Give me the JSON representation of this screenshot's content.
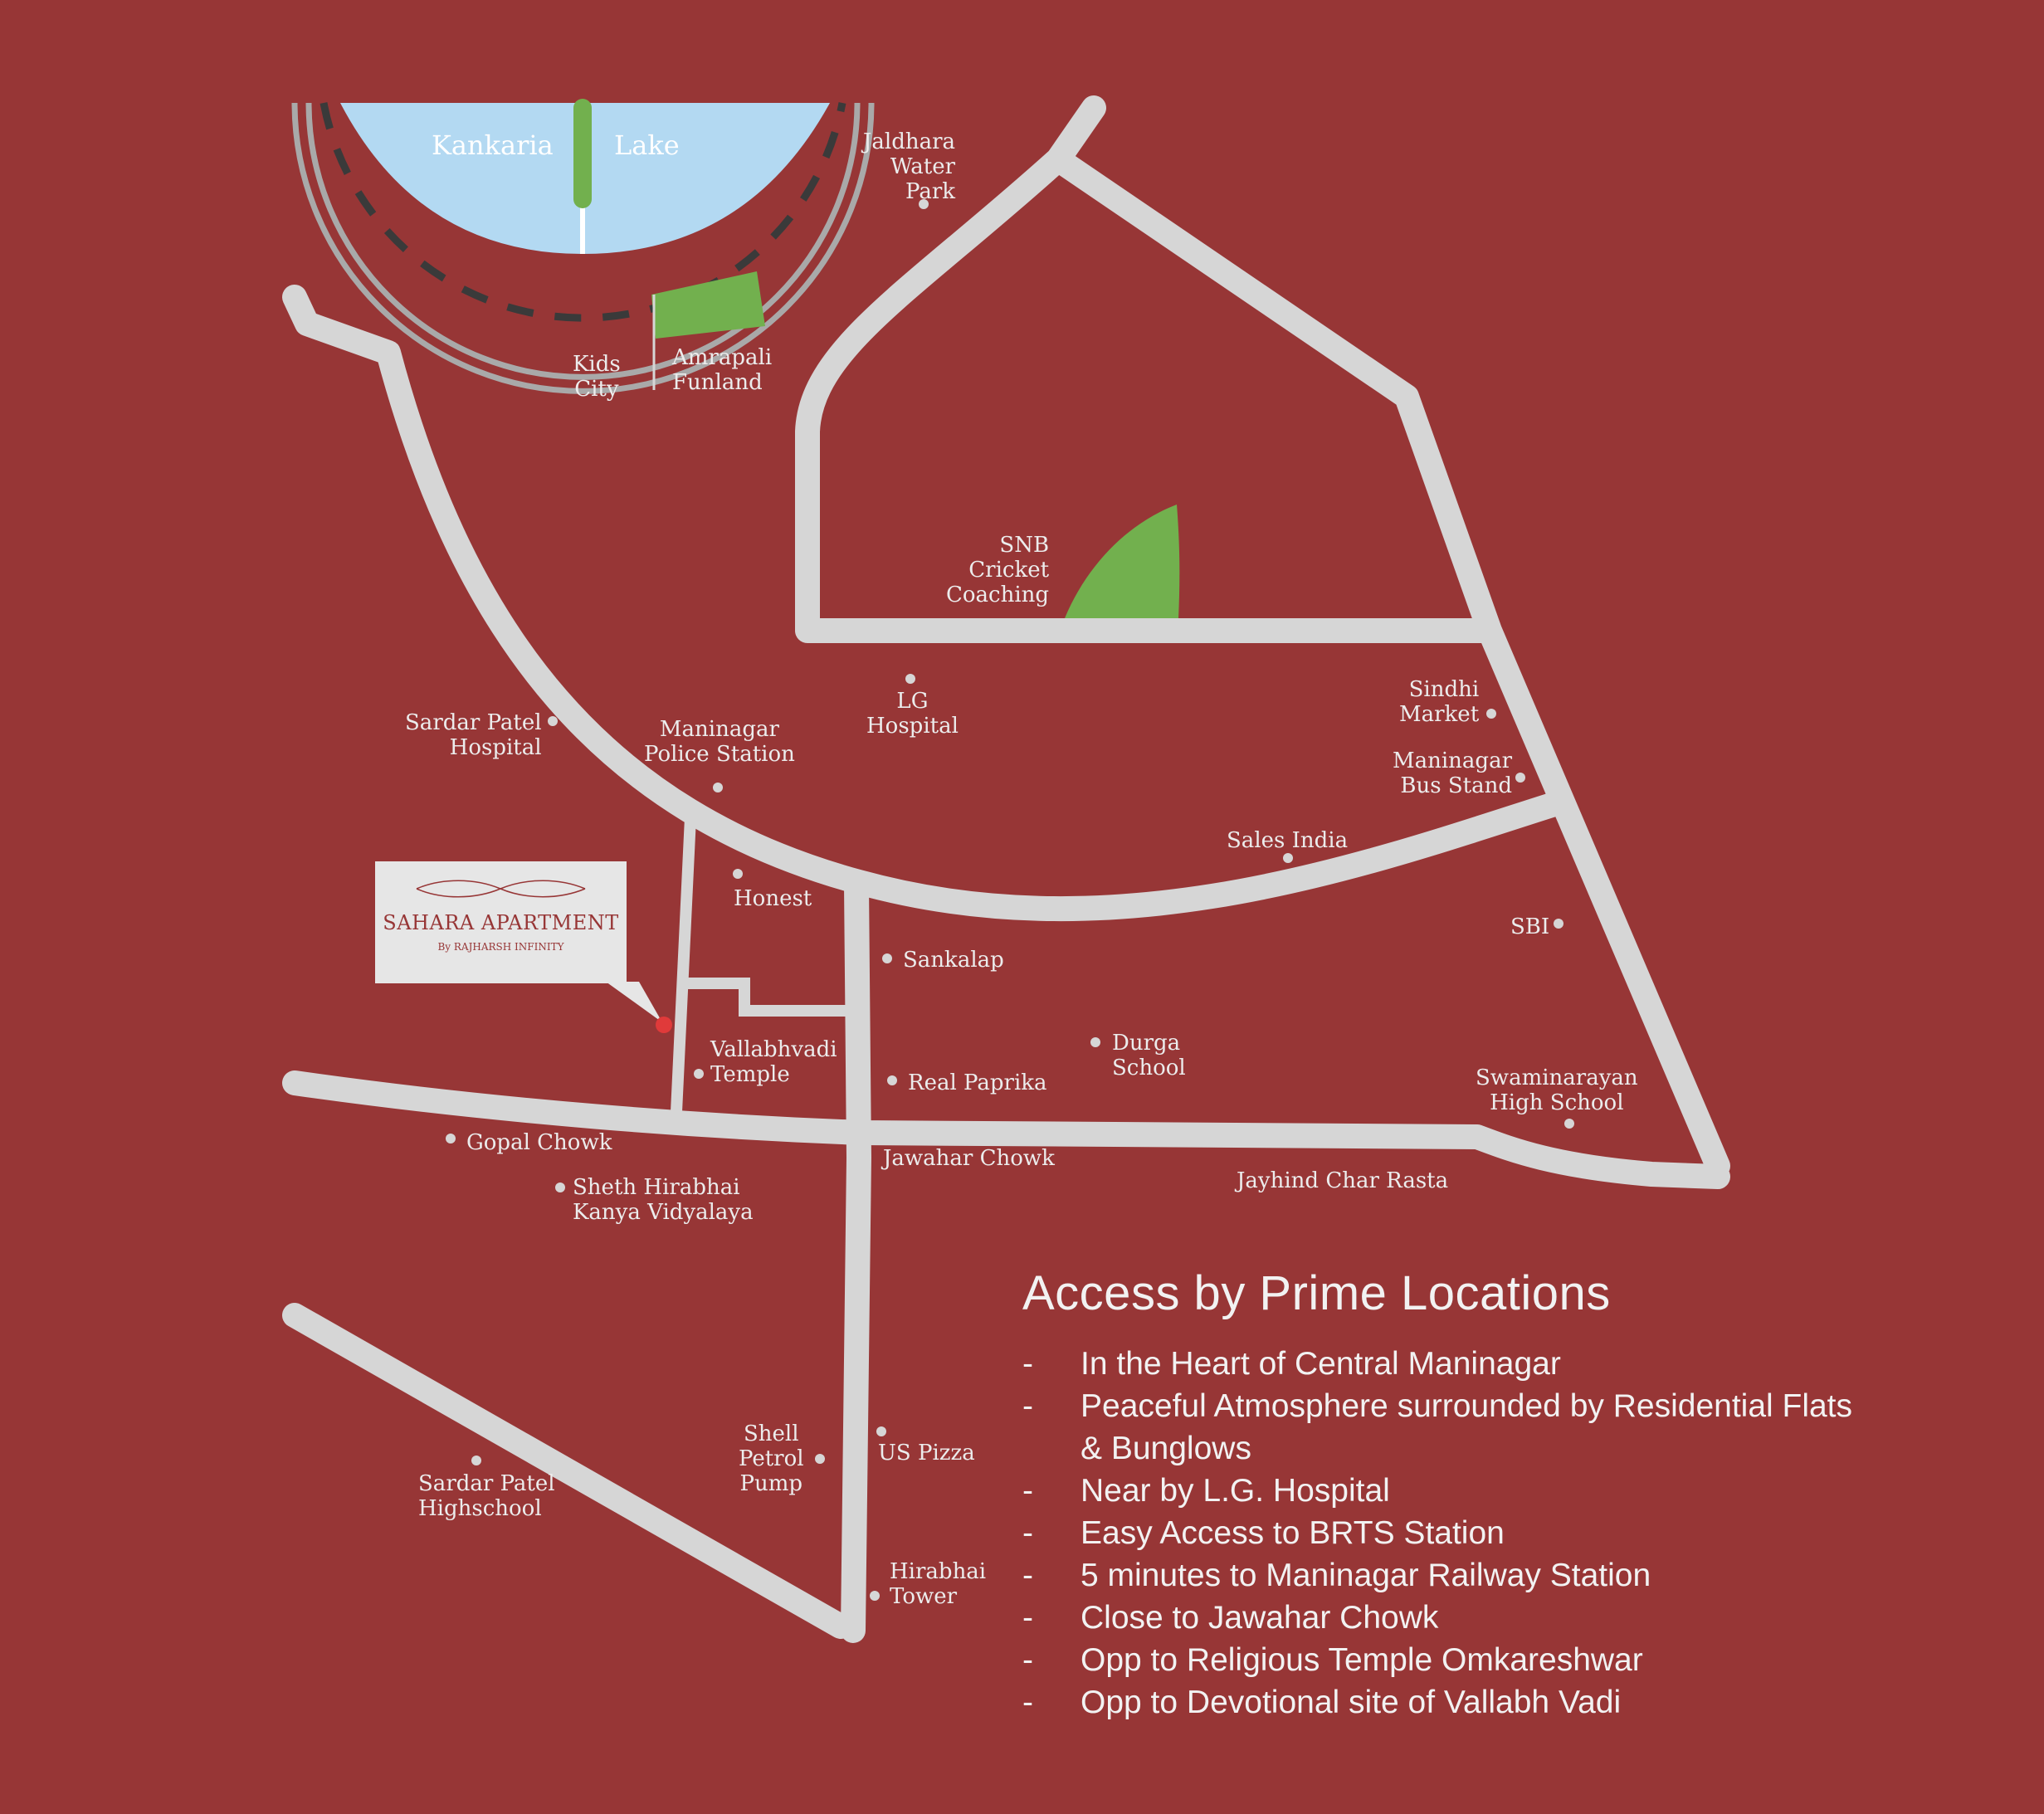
{
  "colors": {
    "background": "#973636",
    "road": "#d6d6d6",
    "lake": "#b3d9f2",
    "park": "#72b04e",
    "marker": "#e03a3a"
  },
  "lake": {
    "label_left": "Kankaria",
    "label_right": "Lake"
  },
  "brand": {
    "name": "SAHARA APARTMENT",
    "tagline": "By RAJHARSH INFINITY"
  },
  "places": {
    "jaldhara": "Jaldhara\nWater\nPark",
    "kids_city": "Kids\nCity",
    "amrapali": "Amrapali\nFunland",
    "snb": "SNB\nCricket\nCoaching",
    "lg_hospital": "LG\nHospital",
    "sindhi_market": "Sindhi\nMarket",
    "sardar_patel_hospital": "Sardar Patel\nHospital",
    "police_station": "Maninagar\nPolice Station",
    "bus_stand": "Maninagar\nBus Stand",
    "sales_india": "Sales India",
    "honest": "Honest",
    "sbi": "SBI",
    "sankalap": "Sankalap",
    "durga_school": "Durga\nSchool",
    "vallabhvadi": "Vallabhvadi\nTemple",
    "real_paprika": "Real Paprika",
    "swaminarayan": "Swaminarayan\nHigh School",
    "gopal_chowk": "Gopal Chowk",
    "jawahar_chowk": "Jawahar Chowk",
    "jayhind": "Jayhind Char Rasta",
    "sheth_hirabhai": "Sheth Hirabhai\nKanya Vidyalaya",
    "shell_petrol": "Shell\nPetrol\nPump",
    "us_pizza": "US Pizza",
    "sardar_patel_highschool": "Sardar Patel\nHighschool",
    "hirabhai_tower": "Hirabhai\nTower"
  },
  "info": {
    "title": "Access by Prime Locations",
    "bullet": "-",
    "items": [
      "In the Heart of Central Maninagar",
      "Peaceful Atmosphere surrounded by Residential Flats\n& Bunglows",
      "Near by L.G. Hospital",
      "Easy Access to BRTS Station",
      "5 minutes to Maninagar Railway Station",
      "Close to Jawahar Chowk",
      "Opp to Religious Temple Omkareshwar",
      "Opp to Devotional site of Vallabh Vadi"
    ]
  }
}
